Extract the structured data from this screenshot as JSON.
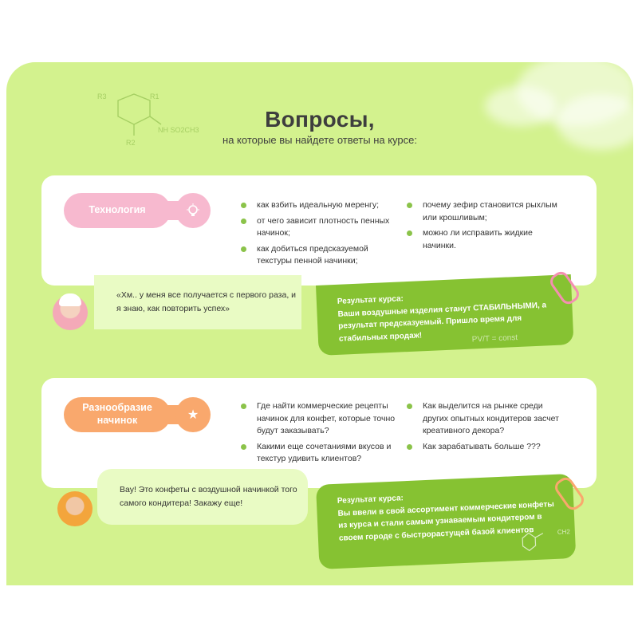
{
  "header": {
    "title": "Вопросы,",
    "subtitle": "на которые вы найдете ответы на курсе:"
  },
  "formula": {
    "r3": "R3",
    "r1": "R1",
    "r2": "R2",
    "group": "NH SO2CH3"
  },
  "sections": [
    {
      "tag": "Технология",
      "tag_icon": "lightbulb-icon",
      "tag_color": "#f7b9cf",
      "questions_left": [
        "как взбить идеальную меренгу;",
        "от чего зависит плотность пенных начинок;",
        "как добиться предсказуемой текстуры пенной начинки;"
      ],
      "questions_right": [
        "почему зефир становится рыхлым или крошливым;",
        "можно ли исправить жидкие начинки."
      ],
      "quote": "«Хм.. у меня все получается с первого раза, и я знаю, как повторить успех»",
      "result_title": "Результат курса:",
      "result_text": "Ваши воздушные изделия станут СТАБИЛЬНЫМИ, а результат предсказуемый. Пришло время для стабильных продаж!",
      "doodle": "PV/T = const"
    },
    {
      "tag": "Разнообразие начинок",
      "tag_icon": "star-icon",
      "tag_color": "#f9a86d",
      "questions_left": [
        "Где найти коммерческие рецепты начинок для конфет, которые точно будут заказывать?",
        "Какими еще сочетаниями вкусов и текстур удивить клиентов?"
      ],
      "questions_right": [
        "Как выделится на рынке среди других опытных кондитеров засчет креативного декора?",
        "Как зарабатывать больше ???"
      ],
      "quote": "Вау! Это конфеты с воздушной начинкой того самого кондитера! Закажу еще!",
      "result_title": "Результат курса:",
      "result_text": "Вы ввели в свой ассортимент коммерческие конфеты из курса и стали самым узнаваемым кондитером в своем городе с быстрорастущей базой клиентов",
      "doodle": "CH2"
    }
  ],
  "colors": {
    "panel": "#d3f28e",
    "accent_green": "#86c232",
    "bullet": "#8bc34a",
    "quote_bg": "#e9fbc4"
  }
}
